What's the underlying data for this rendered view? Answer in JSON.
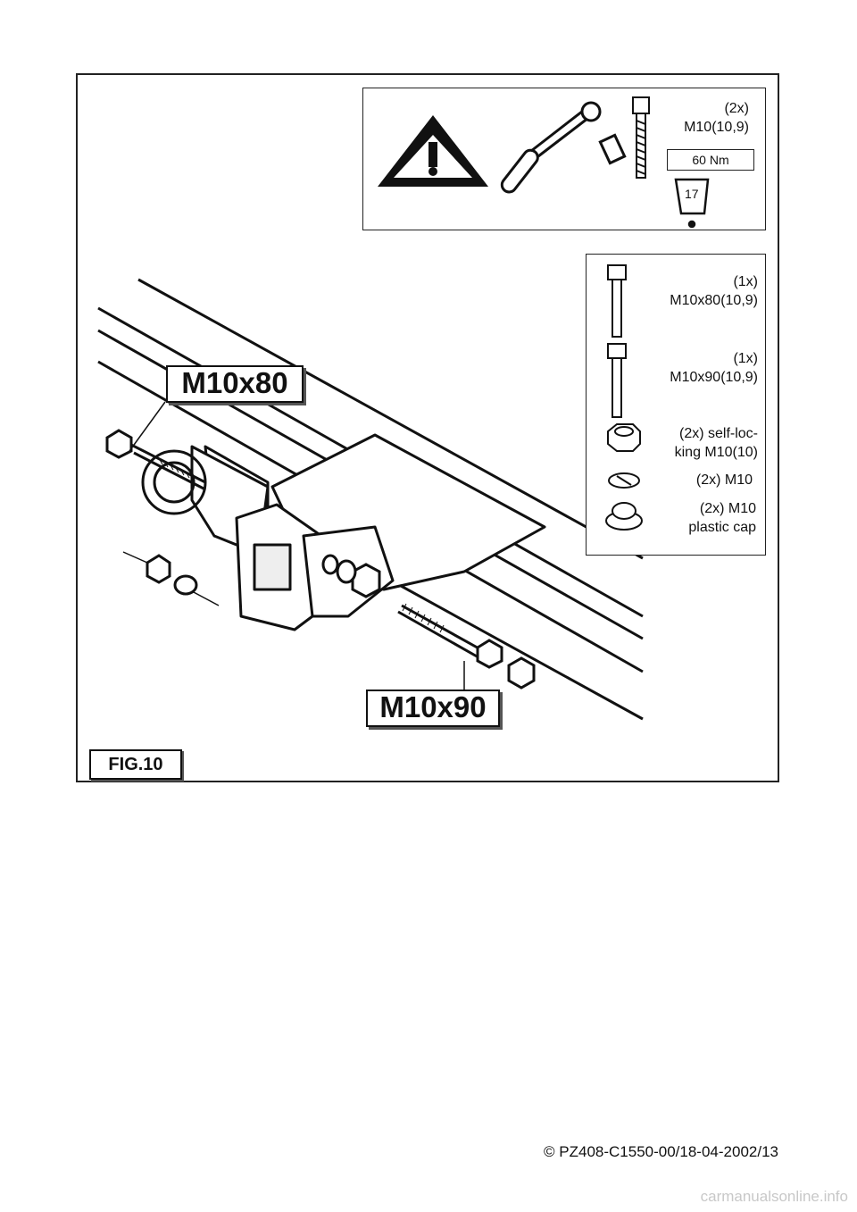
{
  "tools": {
    "bolt_spec_qty": "(2x)",
    "bolt_spec": "M10(10,9)",
    "torque": "60 Nm",
    "socket_size": "17"
  },
  "parts": [
    {
      "qty": "(1x)",
      "spec": "M10x80(10,9)"
    },
    {
      "qty": "(1x)",
      "spec": "M10x90(10,9)"
    },
    {
      "qty": "(2x) self-loc-",
      "spec": "king M10(10)"
    },
    {
      "qty": "(2x) M10",
      "spec": ""
    },
    {
      "qty": "(2x) M10",
      "spec": "plastic cap"
    }
  ],
  "labels": {
    "bolt_top": "M10x80",
    "bolt_bottom": "M10x90",
    "figure": "FIG.10"
  },
  "footer": {
    "copyright": "© PZ408-C1550-00/18-04-2002/13",
    "watermark": "carmanualsonline.info"
  }
}
